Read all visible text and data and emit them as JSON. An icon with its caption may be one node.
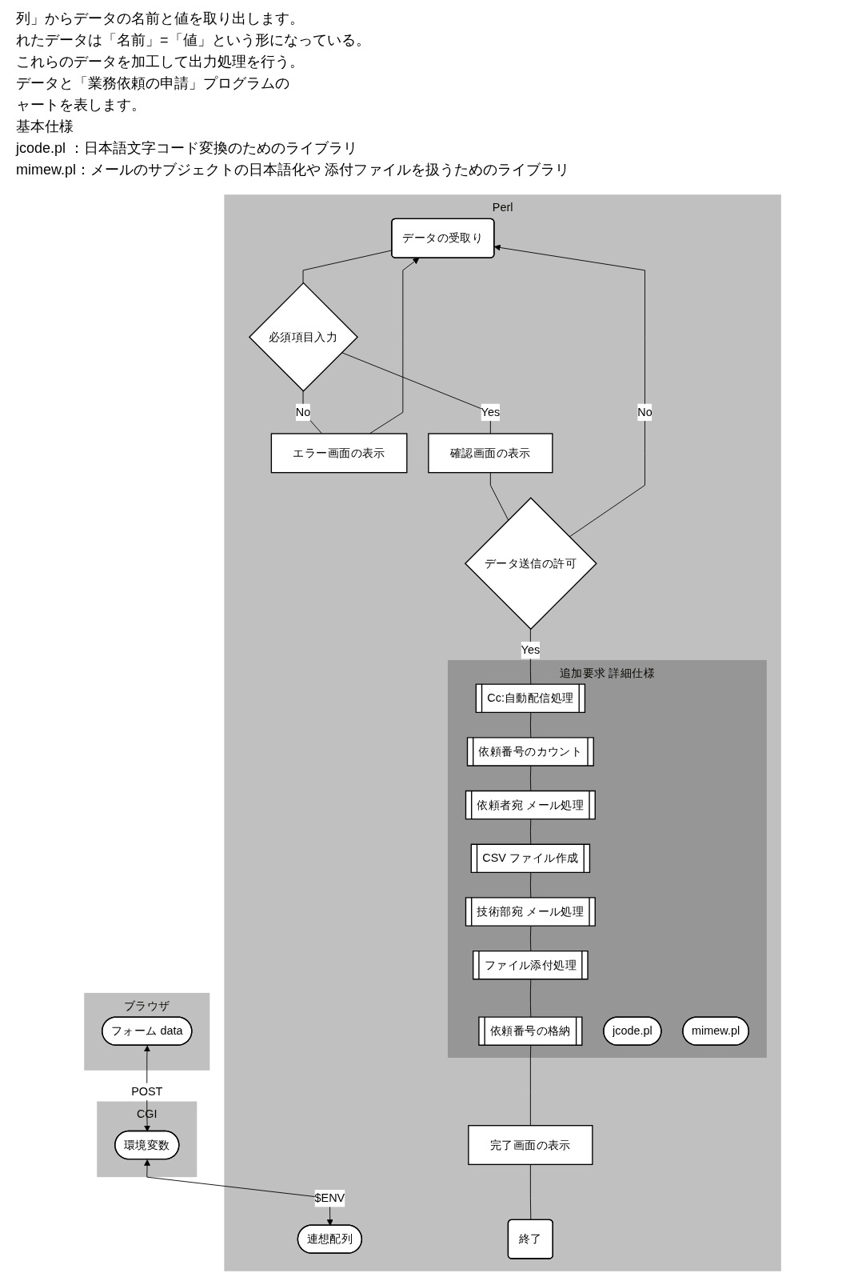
{
  "diagram": {
    "nodes": [
      {
        "text": [
          "ブラウザ"
        ]
      },
      {
        "text": [
          "フォーム data"
        ],
        "in": 0
      },
      {
        "text": [
          "CGI"
        ]
      },
      {
        "text": [
          "環境変数"
        ],
        "in": 2
      },
      {
        "text": [
          "Perl"
        ]
      },
      {
        "text": [
          "連想配列"
        ],
        "in": 4
      },
      {
        "text": [
          "データの受取り"
        ],
        "in": 4
      },
      {
        "text": [
          "必須項目入力"
        ],
        "in": 4
      },
      {
        "text": [
          "エラー画面の表示"
        ],
        "in": 4
      },
      {
        "text": [
          "確認画面の表示"
        ],
        "in": 4
      },
      {
        "text": [
          "データ送信の許可"
        ],
        "in": 4
      },
      {
        "text": [
          "追加要求 詳細仕様"
        ],
        "in": 4
      },
      {
        "text": [
          "Cc:自動配信処理"
        ],
        "in": 11
      },
      {
        "text": [
          "依頼番号のカウント"
        ],
        "in": 11
      },
      {
        "text": [
          "依頼者宛 メール処理"
        ],
        "in": 11
      },
      {
        "text": [
          "CSV ファイル作成"
        ],
        "in": 11
      },
      {
        "text": [
          "技術部宛 メール処理"
        ],
        "in": 11
      },
      {
        "text": [
          "ファイル添付処理"
        ],
        "in": 11
      },
      {
        "text": [
          "依頼番号の格納"
        ],
        "in": 11
      },
      {
        "text": [
          "jcode.pl"
        ],
        "in": 11
      },
      {
        "text": [
          "mimew.pl"
        ],
        "in": 11
      },
      {
        "text": [
          "完了画面の表示"
        ],
        "in": 4
      },
      {
        "text": [
          "終了"
        ],
        "in": 4
      }
    ],
    "edges": [
      {
        "from": 1,
        "to": 3,
        "arrow": "both",
        "label": "POST"
      },
      {
        "from": 3,
        "to": 5,
        "arrow": "both",
        "label": "$ENV"
      },
      {
        "from": 6,
        "to": 7,
        "arrow": "none"
      },
      {
        "from": 7,
        "to": 8,
        "arrow": "none",
        "label": "No"
      },
      {
        "from": 8,
        "to": 6,
        "arrow": "to"
      },
      {
        "from": 7,
        "to": 9,
        "arrow": "none",
        "label": "Yes"
      },
      {
        "from": 9,
        "to": 10,
        "arrow": "none"
      },
      {
        "from": 10,
        "to": 6,
        "arrow": "to",
        "label": "No"
      },
      {
        "from": 10,
        "to": 12,
        "arrow": "none",
        "label": "Yes"
      },
      {
        "from": 12,
        "to": 13,
        "arrow": "none"
      },
      {
        "from": 13,
        "to": 14,
        "arrow": "none"
      },
      {
        "from": 14,
        "to": 15,
        "arrow": "none"
      },
      {
        "from": 15,
        "to": 16,
        "arrow": "none"
      },
      {
        "from": 16,
        "to": 17,
        "arrow": "none"
      },
      {
        "from": 17,
        "to": 18,
        "arrow": "none"
      },
      {
        "from": 18,
        "to": 21,
        "arrow": "none"
      },
      {
        "from": 21,
        "to": 22,
        "arrow": "none"
      }
    ],
    "labels": [
      "列」からデータの名前と値を取り出します。",
      "れたデータは「名前」=「値」という形になっている。",
      "これらのデータを加工して出力処理を行う。",
      "データと「業務依頼の申請」プログラムの",
      "ャートを表します。",
      "基本仕様",
      "jcode.pl ：日本語文字コード変換のためのライブラリ",
      "mimew.pl：メールのサブジェクトの日本語化や 添付ファイルを扱うためのライブラリ"
    ]
  }
}
